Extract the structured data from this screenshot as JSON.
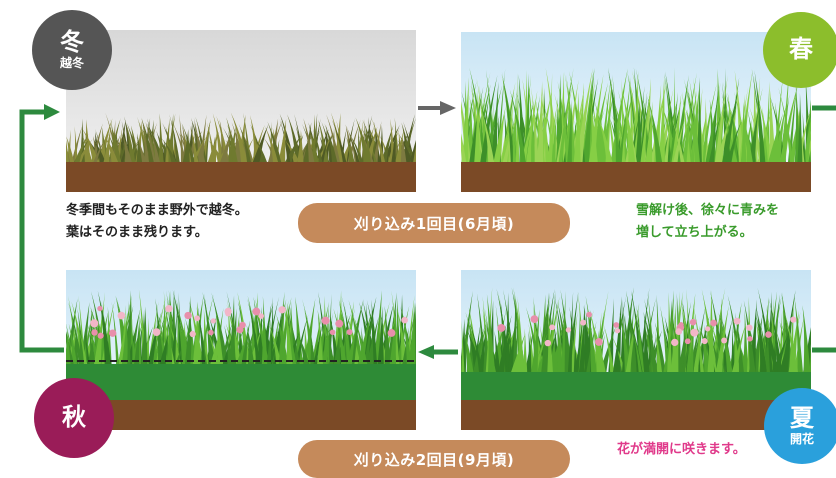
{
  "seasons": {
    "winter": {
      "main": "冬",
      "sub": "越冬",
      "color": "#555555"
    },
    "spring": {
      "main": "春",
      "color": "#8cbe2c"
    },
    "summer": {
      "main": "夏",
      "sub": "開花",
      "color": "#2aa0dc"
    },
    "autumn": {
      "main": "秋",
      "color": "#9a1c58"
    }
  },
  "captions": {
    "winter": [
      "冬季間もそのまま野外で越冬。",
      "葉はそのまま残ります。"
    ],
    "spring": [
      "雪解け後、徐々に青みを",
      "増して立ち上がる。"
    ],
    "summer": [
      "花が満開に咲きます。"
    ]
  },
  "mowing": {
    "first": "刈り込み1回目(6月頃)",
    "second": "刈り込み2回目(9月頃)"
  },
  "colors": {
    "arrow_green": "#2d8a3e",
    "arrow_gray": "#666666",
    "pill": "#c58a5b",
    "soil": "#7b4a26",
    "turf": "#2e8b36",
    "caption_winter": "#222222",
    "caption_spring": "#3a9b2c",
    "caption_summer": "#e0398a"
  }
}
